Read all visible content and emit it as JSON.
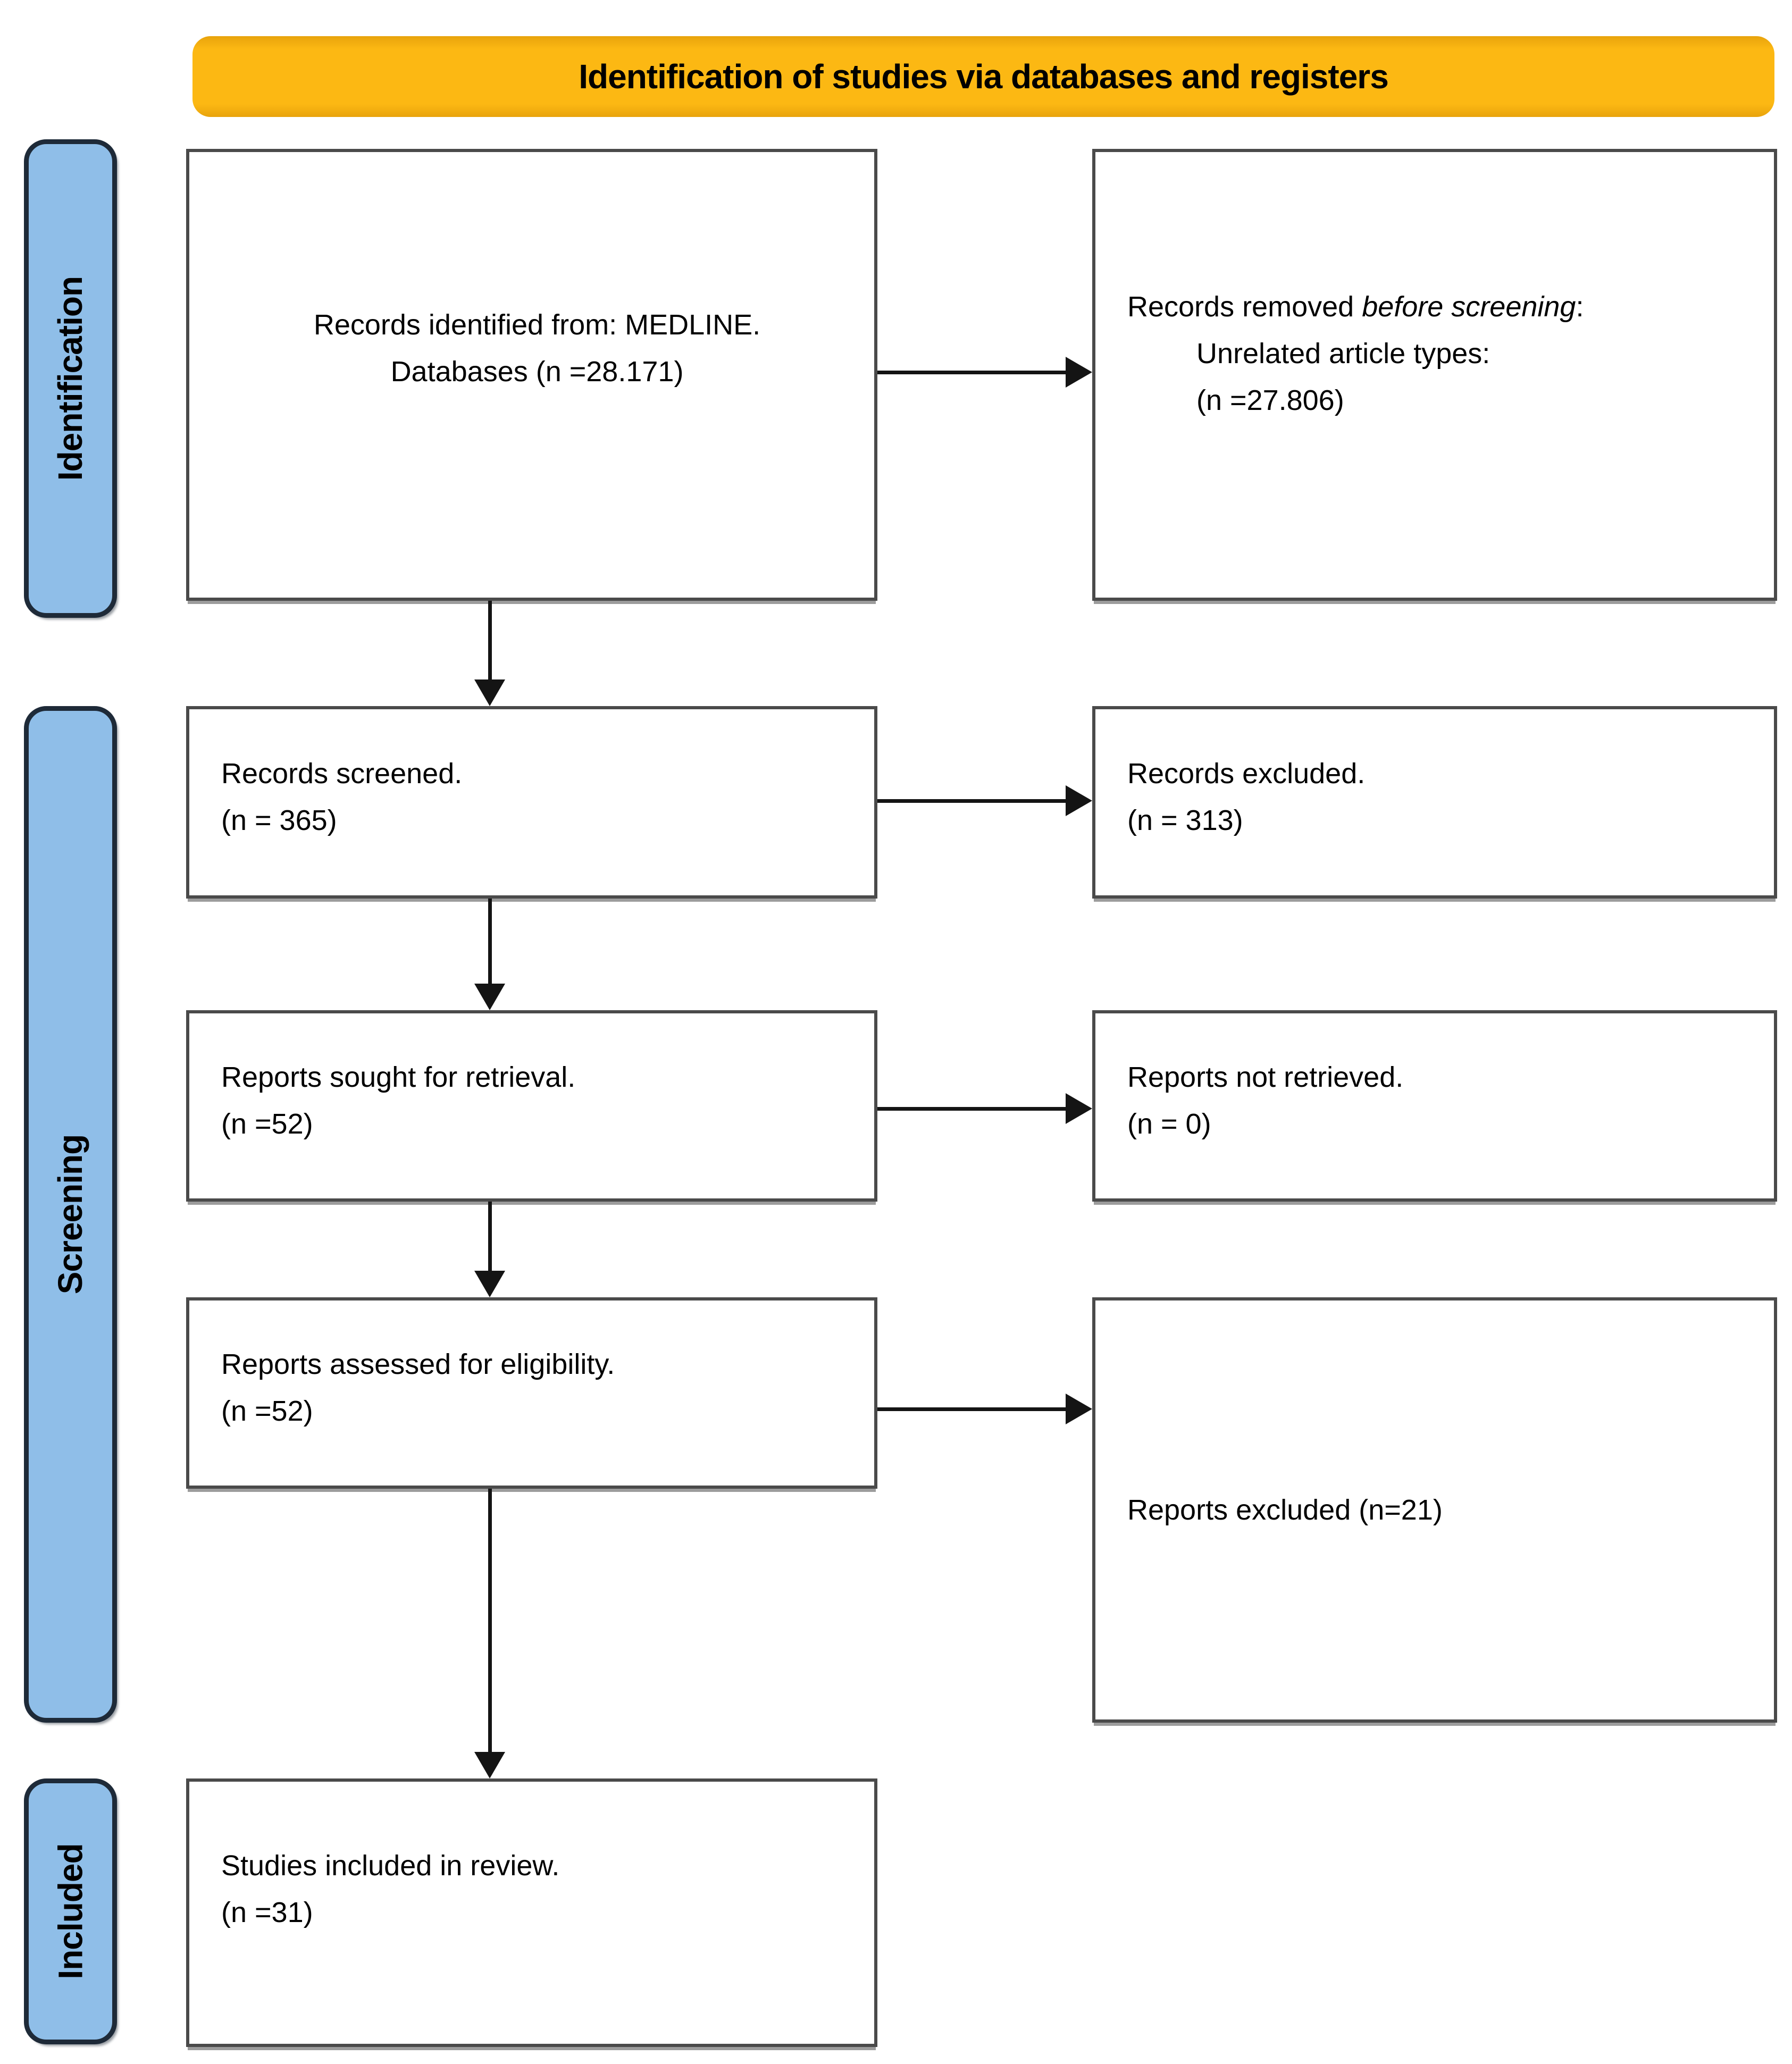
{
  "title": "Identification of studies via databases and registers",
  "colors": {
    "banner": "#FCB813",
    "banner_edge": "#E8A30C",
    "stage_fill": "#8FBEE8",
    "stage_border": "#1E2A38",
    "box_border": "#4A4A4A",
    "arrow": "#141414"
  },
  "stages": [
    {
      "label": "Identification"
    },
    {
      "label": "Screening"
    },
    {
      "label": "Included"
    }
  ],
  "boxes": {
    "records_identified": {
      "line1": "Records identified from: MEDLINE.",
      "line2": "Databases (n =28.171)"
    },
    "records_removed": {
      "line1_pre": "Records removed ",
      "line1_italic": "before screening",
      "line1_post": ":",
      "line2": "Unrelated article types:",
      "line3": "(n =27.806)"
    },
    "records_screened": {
      "line1": "Records screened.",
      "line2": "(n = 365)"
    },
    "records_excluded": {
      "line1": "Records excluded.",
      "line2": "(n = 313)"
    },
    "reports_sought": {
      "line1": "Reports sought for retrieval.",
      "line2": "(n =52)"
    },
    "reports_not_retrieved": {
      "line1": "Reports not retrieved.",
      "line2": "(n = 0)"
    },
    "reports_assessed": {
      "line1": "Reports assessed for eligibility.",
      "line2": "(n =52)"
    },
    "reports_excluded": {
      "line1": "Reports excluded (n=21)"
    },
    "studies_included": {
      "line1": "Studies included in review.",
      "line2": "(n =31)"
    }
  }
}
